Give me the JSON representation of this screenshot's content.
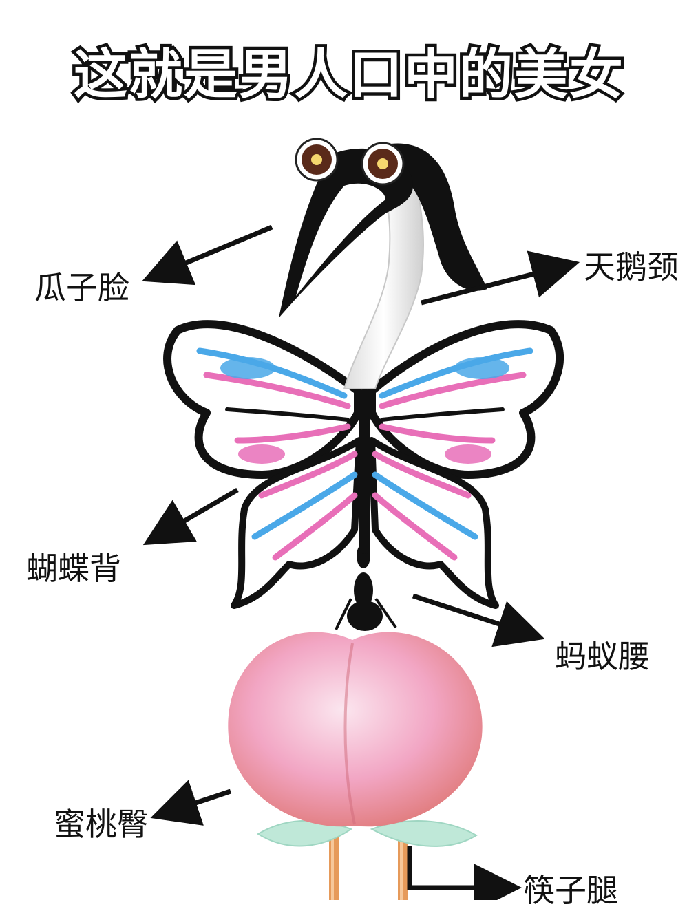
{
  "title": "这就是男人口中的美女",
  "labels": {
    "face": "瓜子脸",
    "neck": "天鹅颈",
    "back": "蝴蝶背",
    "waist": "蚂蚁腰",
    "hips": "蜜桃臀",
    "legs": "筷子腿"
  },
  "illustration": {
    "head": "bird-head-icon",
    "neck": "swan-neck-icon",
    "wings": "butterfly-wings-icon",
    "waist": "ant-waist-icon",
    "hips": "peach-icon",
    "legs": "chopsticks-icon"
  },
  "colors": {
    "butterfly_pink": "#e86fb8",
    "butterfly_blue": "#4aa8e8",
    "peach": "#f08aa8",
    "leaf": "#b8e4d4",
    "chopstick": "#e69a5a"
  }
}
